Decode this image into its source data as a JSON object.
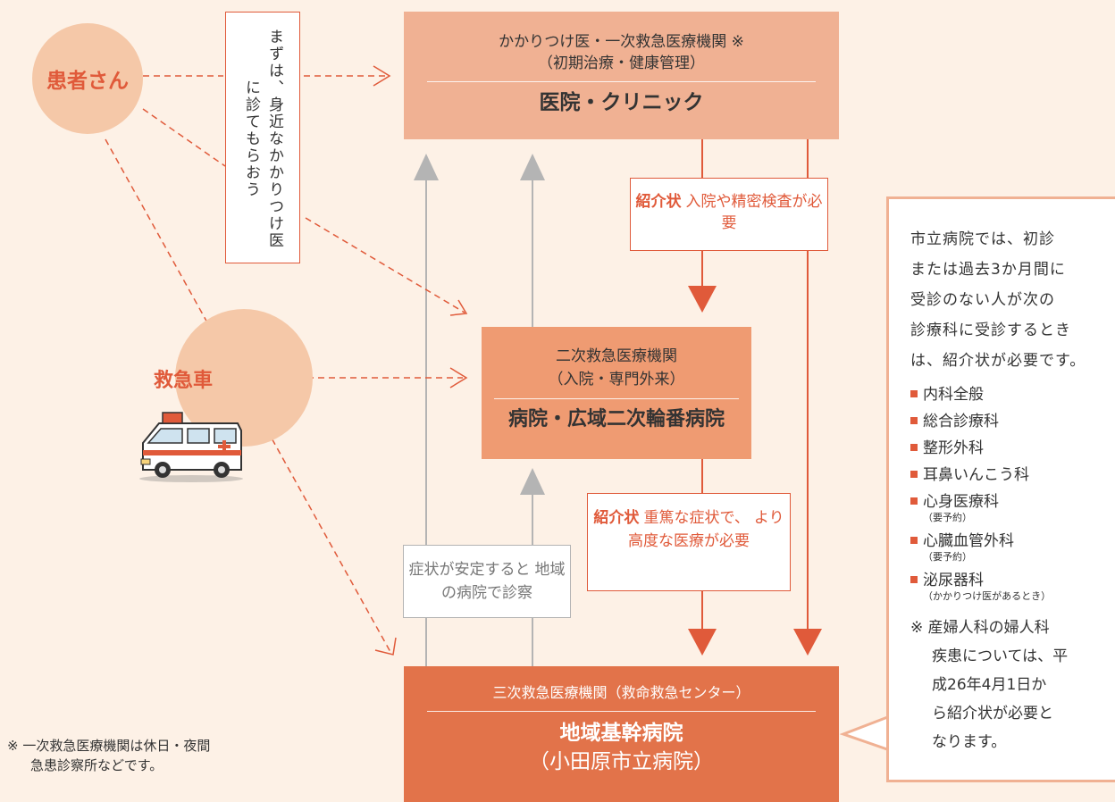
{
  "colors": {
    "background": "#fdf1e6",
    "primary_box": "#f0b193",
    "secondary_box": "#ef9b72",
    "tertiary_box": "#e2734a",
    "accent_red": "#e05a3a",
    "gray": "#b4b4b4",
    "circle": "#f5c8a8"
  },
  "patient": {
    "label": "患者さん"
  },
  "ambulance": {
    "label": "救急車",
    "icon": "ambulance-icon"
  },
  "note_vertical": {
    "line1": "まずは、身近なかかりつけ医",
    "line2": "に診てもらおう"
  },
  "primary": {
    "title": "かかりつけ医・一次救急医療機関 ※",
    "subtitle": "（初期治療・健康管理）",
    "name": "医院・クリニック"
  },
  "secondary": {
    "title": "二次救急医療機関",
    "subtitle": "（入院・専門外来）",
    "name": "病院・広域二次輪番病院"
  },
  "tertiary": {
    "title": "三次救急医療機関（救命救急センター）",
    "name": "地域基幹病院",
    "name2": "（小田原市立病院）"
  },
  "referral1": {
    "title": "紹介状",
    "text": "入院や精密検査が必要"
  },
  "referral2": {
    "title": "紹介状",
    "line1": "重篤な症状で、",
    "line2": "より高度な医療が必要"
  },
  "stable": {
    "line1": "症状が安定すると",
    "line2": "地域の病院で診察"
  },
  "footnote": {
    "line1": "※ 一次救急医療機関は休日・夜間",
    "line2": "急患診察所などです。"
  },
  "sidebar": {
    "intro": [
      "市立病院では、初診",
      "または過去3か月間に",
      "受診のない人が次の",
      "診療科に受診するとき",
      "は、紹介状が必要です。"
    ],
    "items": [
      {
        "label": "内科全般",
        "note": ""
      },
      {
        "label": "総合診療科",
        "note": ""
      },
      {
        "label": "整形外科",
        "note": ""
      },
      {
        "label": "耳鼻いんこう科",
        "note": ""
      },
      {
        "label": "心身医療科",
        "note": "（要予約）"
      },
      {
        "label": "心臓血管外科",
        "note": "（要予約）"
      },
      {
        "label": "泌尿器科",
        "note": "（かかりつけ医があるとき）"
      }
    ],
    "note": [
      "※ 産婦人科の婦人科",
      "疾患については、平",
      "成26年4月1日か",
      "ら紹介状が必要と",
      "なります。"
    ]
  }
}
